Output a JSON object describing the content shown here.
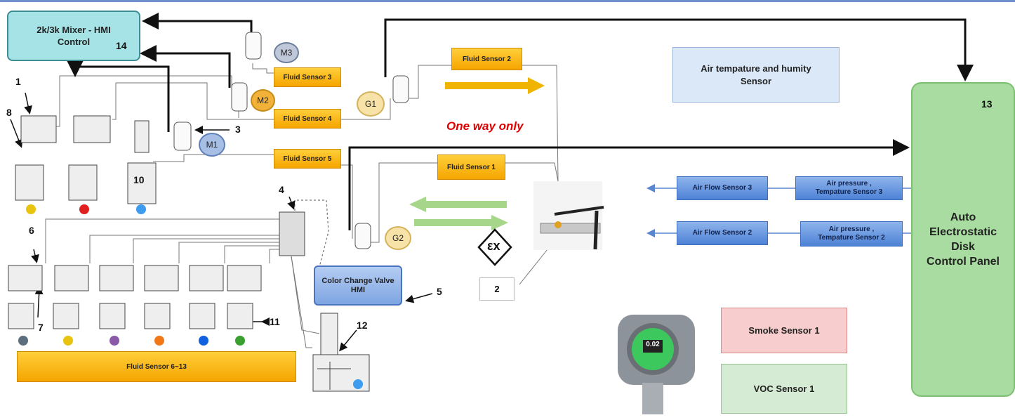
{
  "hmi_mixer": {
    "line1": "2k/3k Mixer - HMI",
    "line2": "Control",
    "number": "14"
  },
  "fluid_sensors": {
    "s1": "Fluid Sensor  1",
    "s2": "Fluid Sensor  2",
    "s3": "Fluid Sensor  3",
    "s4": "Fluid Sensor  4",
    "s5": "Fluid Sensor  5",
    "s6_13": "Fluid Sensor  6~13"
  },
  "motors": {
    "m1": "M1",
    "m2": "M2",
    "m3": "M3"
  },
  "gear_pumps": {
    "g1": "G1",
    "g2": "G2"
  },
  "air_temp_humidity": {
    "line1": "Air tempature and humity",
    "line2": "Sensor"
  },
  "one_way_note": "One way only",
  "air_flow": {
    "f3": "Air Flow  Sensor  3",
    "f2": "Air Flow  Sensor  2"
  },
  "air_pressure": {
    "p3_line1": "Air pressure ,",
    "p3_line2": "Tempature  Sensor  3",
    "p2_line1": "Air pressure ,",
    "p2_line2": "Tempature  Sensor  2"
  },
  "control_panel": {
    "number": "13",
    "line1": "Auto",
    "line2": "Electrostatic",
    "line3": "Disk",
    "line4": "Control Panel"
  },
  "color_change_valve": {
    "line1": "Color Change Valve",
    "line2": "HMI"
  },
  "smoke_sensor": "Smoke Sensor 1",
  "voc_sensor": "VOC Sensor 1",
  "gas_display": "0.02",
  "atex_symbol": "εx",
  "numbers": {
    "n1": "1",
    "n2": "2",
    "n3": "3",
    "n4": "4",
    "n5": "5",
    "n6": "6",
    "n7": "7",
    "n8": "8",
    "n10": "10",
    "n11": "11",
    "n12": "12"
  },
  "colors": {
    "top_row_dots": [
      "#e8c411",
      "#e02020",
      "#3e9cf0"
    ],
    "bottom_row_dots": [
      "#5d6e7e",
      "#e8c411",
      "#8a5aa8",
      "#f07818",
      "#1060e0",
      "#3aa030"
    ],
    "tank12_dot": "#3e9cf0"
  }
}
